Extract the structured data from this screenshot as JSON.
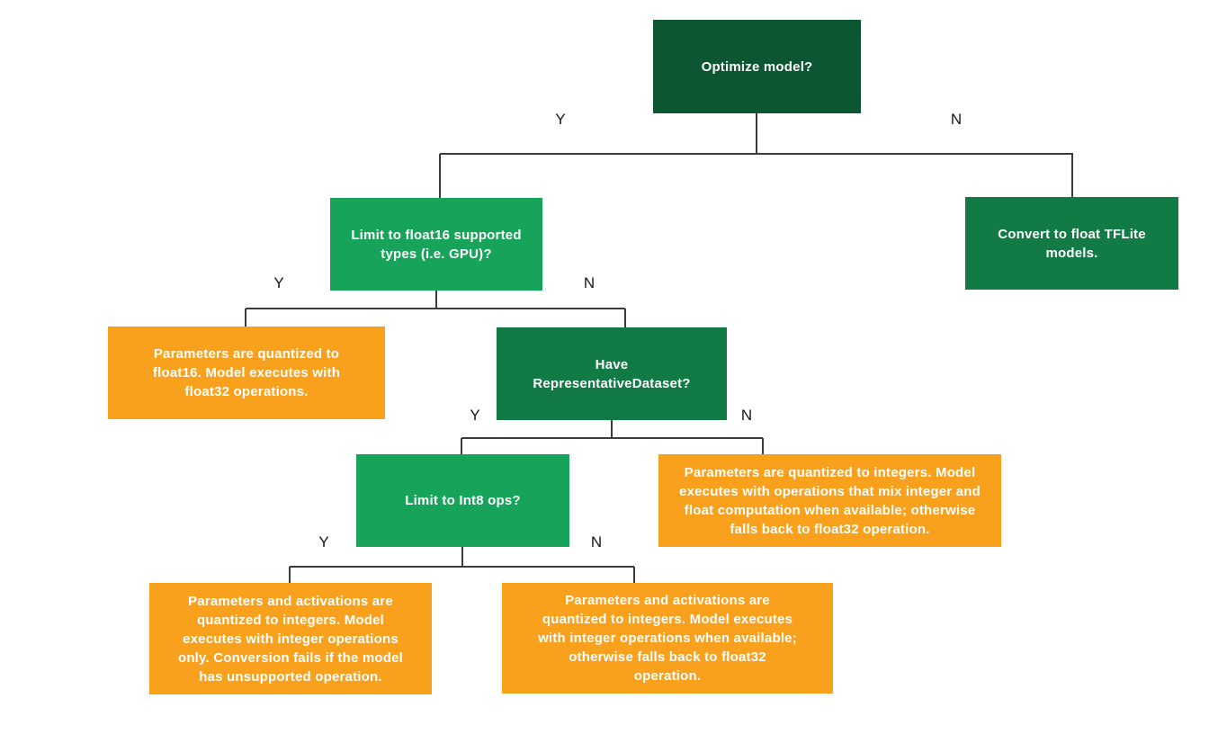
{
  "colors": {
    "background": "#ffffff",
    "dark_green": "#0d5632",
    "medium_green": "#117a45",
    "light_green": "#17a45a",
    "orange": "#f9a11c",
    "line": "#3c3c3c",
    "branch_label": "#161616",
    "node_text": "#ffffff"
  },
  "branch_labels": {
    "yes": "Y",
    "no": "N"
  },
  "nodes": {
    "optimize": {
      "type": "decision",
      "label": "Optimize model?"
    },
    "limit_float16": {
      "type": "decision",
      "label": "Limit to float16 supported\ntypes (i.e. GPU)?"
    },
    "convert_float": {
      "type": "action",
      "label": "Convert to float TFLite\nmodels."
    },
    "float16_result": {
      "type": "outcome",
      "label": "Parameters are quantized to\nfloat16. Model executes with\nfloat32 operations."
    },
    "have_repdataset": {
      "type": "decision",
      "label": "Have\nRepresentativeDataset?"
    },
    "mixed_result": {
      "type": "outcome",
      "label": "Parameters are quantized to integers. Model\nexecutes with operations that mix integer and\nfloat computation when available; otherwise\nfalls back to float32 operation."
    },
    "limit_int8": {
      "type": "decision",
      "label": "Limit to Int8 ops?"
    },
    "int_only_result": {
      "type": "outcome",
      "label": "Parameters and activations are\nquantized to integers. Model\nexecutes with integer operations\nonly. Conversion fails if the model\nhas unsupported operation."
    },
    "int_fallback_result": {
      "type": "outcome",
      "label": "Parameters and activations are\nquantized to integers. Model executes\nwith integer operations when available;\notherwise falls back to float32\noperation."
    }
  }
}
